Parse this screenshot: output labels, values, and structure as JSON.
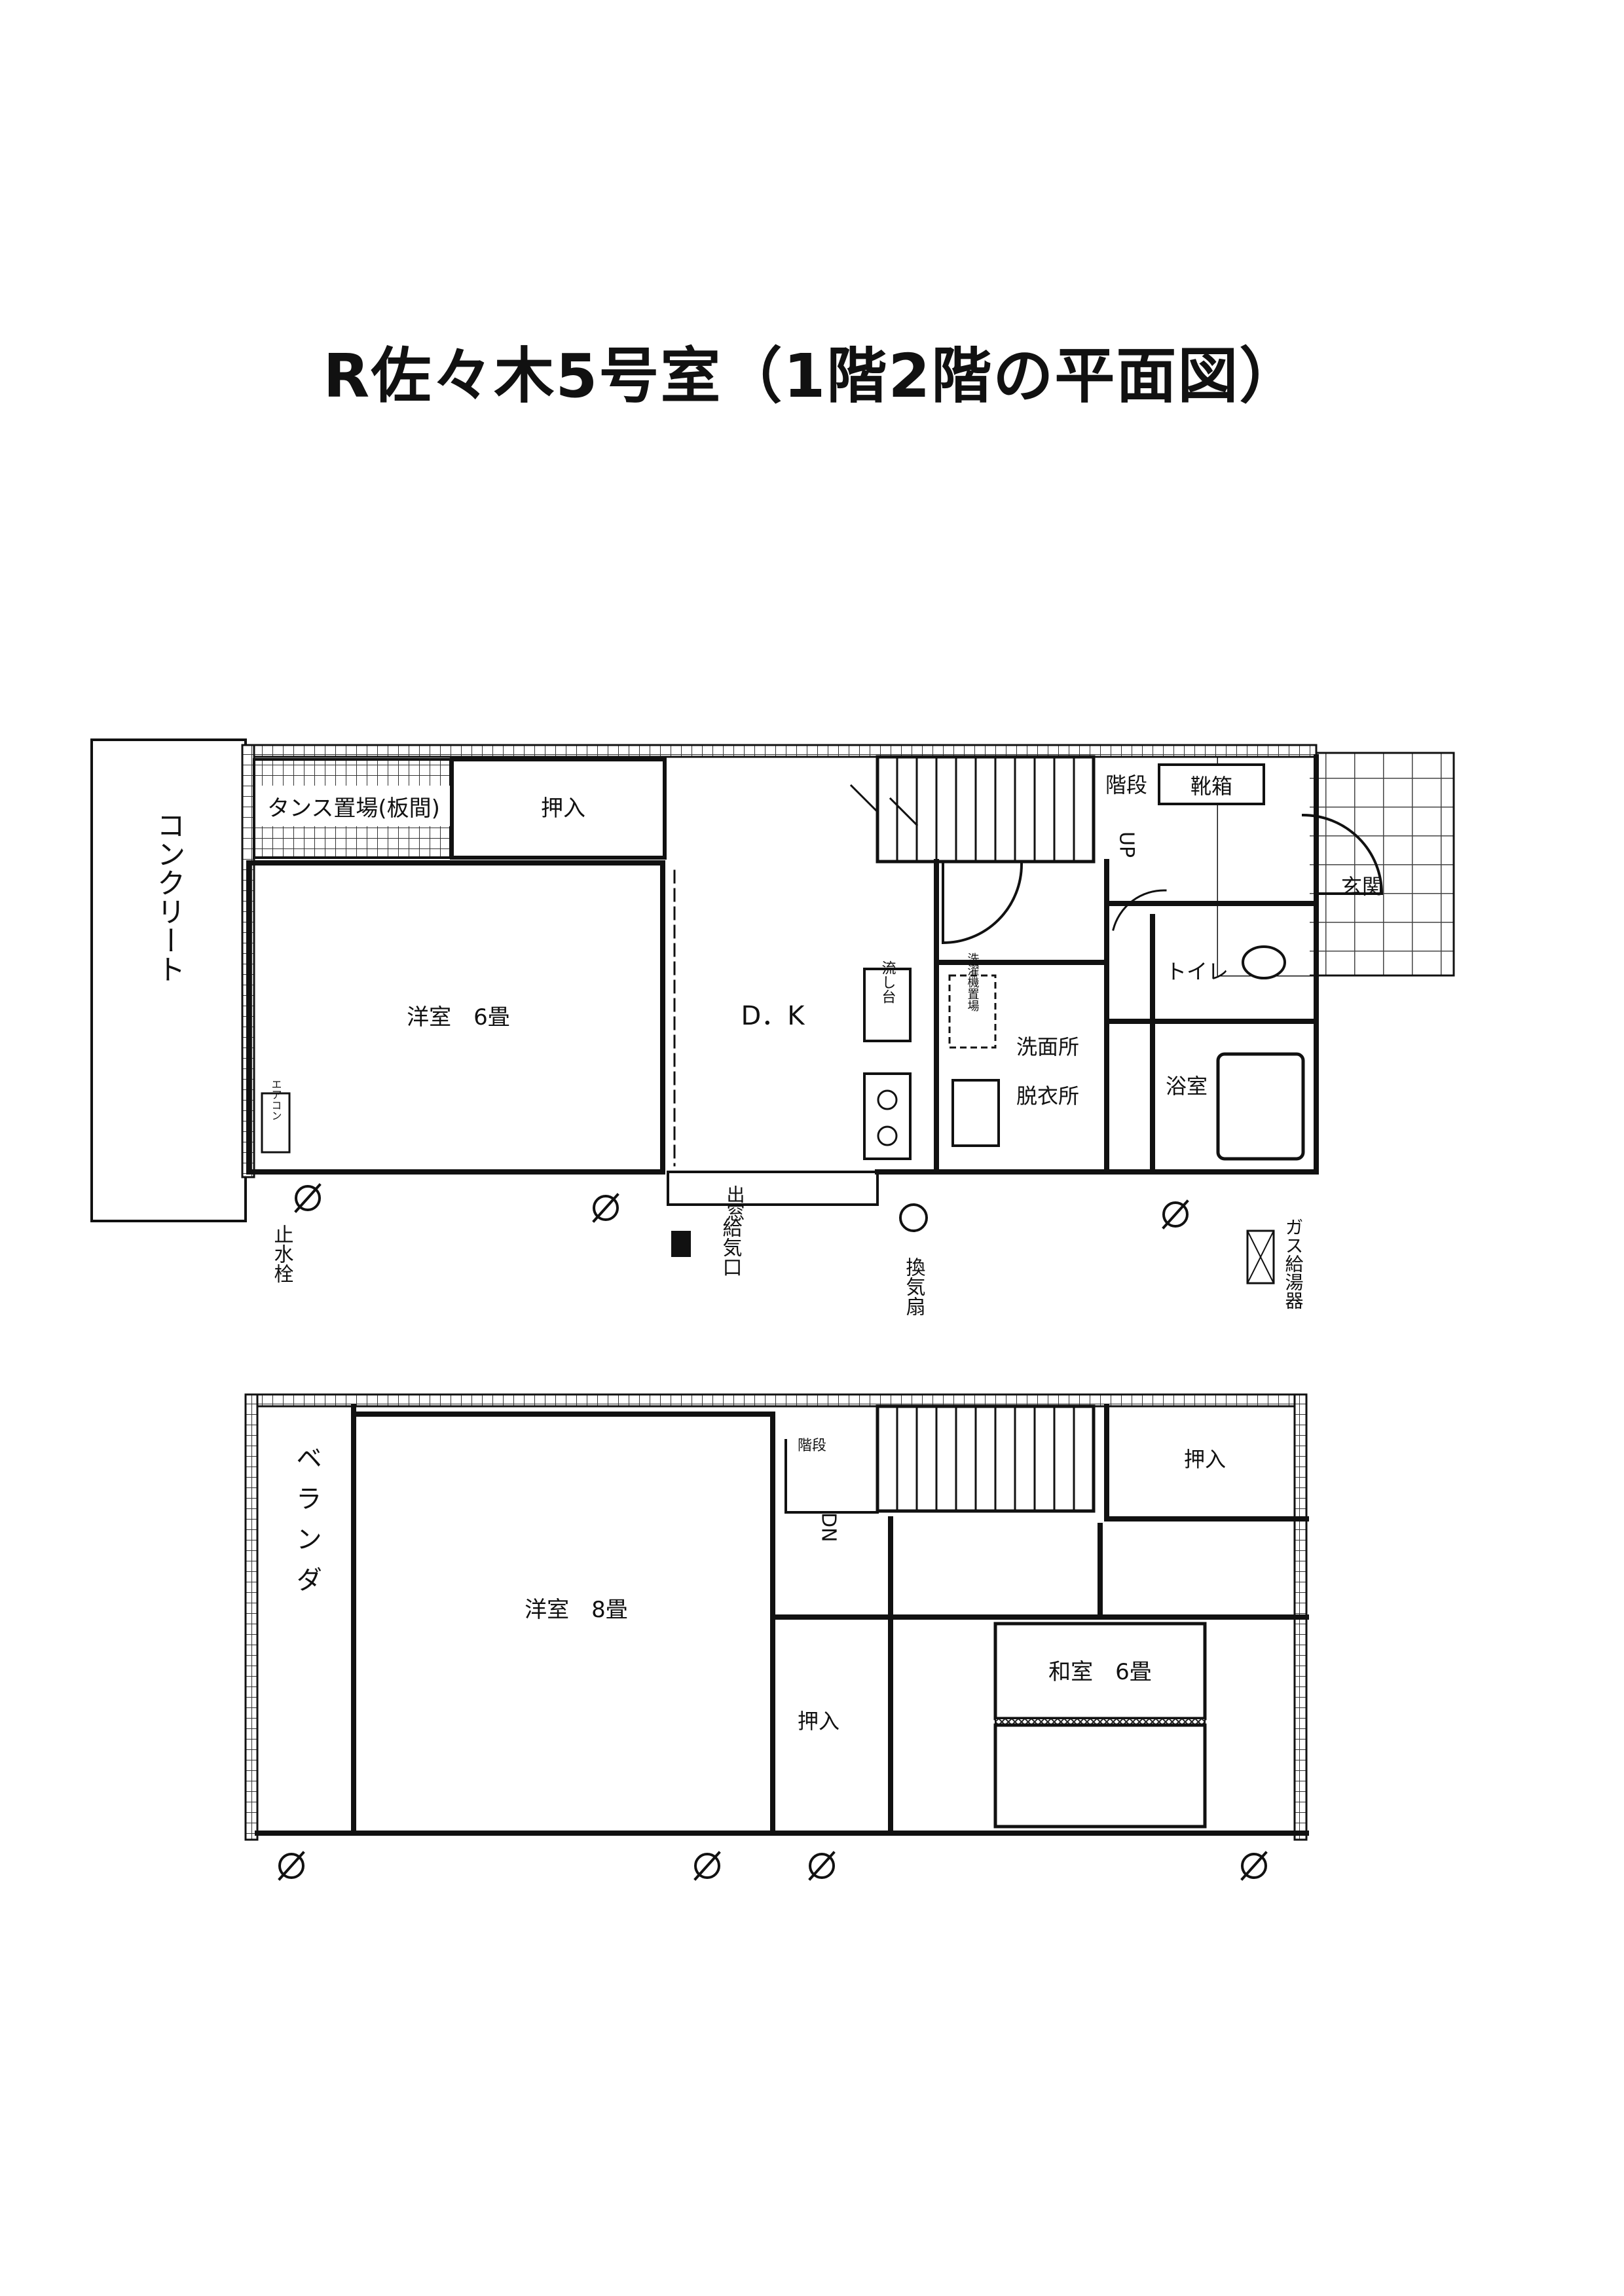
{
  "title": "R佐々木5号室（1階2階の平面図）",
  "floor1": {
    "concrete": "コンクリート",
    "storage": "タンス置場(板間)",
    "closet": "押入",
    "western_room": "洋室　6畳",
    "aircon": "エアコン",
    "dk": "D．K",
    "sink": "流し台",
    "stairs": "階段",
    "up": "UP",
    "shoe_box": "靴箱",
    "entrance": "玄関",
    "toilet": "トイレ",
    "washer": "洗濯機置場",
    "washroom": "洗面所",
    "dressing": "脱衣所",
    "bath": "浴室",
    "window": "出窓",
    "hydrant": "止水栓",
    "vent_inlet": "給気口",
    "exhaust_fan": "換気扇",
    "gas_heater": "ガス給湯器"
  },
  "floor2": {
    "veranda": "ベランダ",
    "western_room": "洋室　8畳",
    "stairs": "階段",
    "down": "DN",
    "closet_a": "押入",
    "closet_b": "押入",
    "japanese_room": "和室　6畳"
  }
}
